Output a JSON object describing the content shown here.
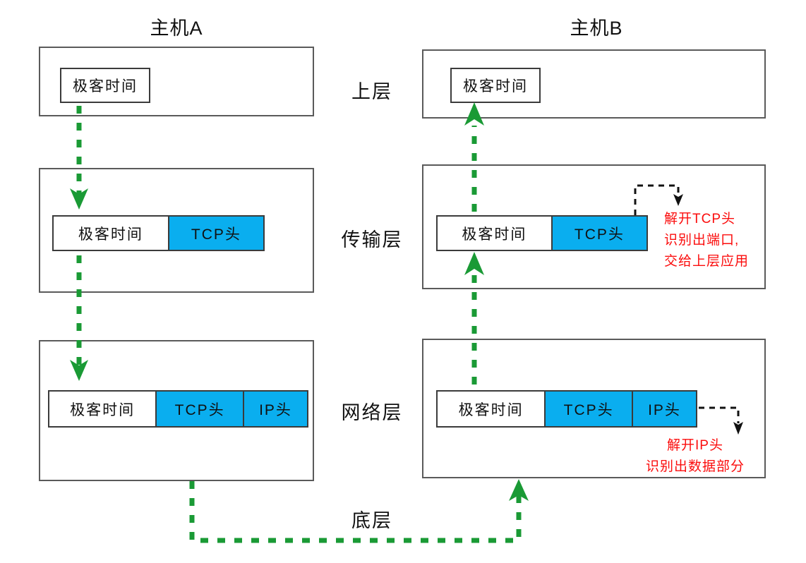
{
  "diagram": {
    "title_host_a": "主机A",
    "title_host_b": "主机B",
    "colors": {
      "header_blue": "#0aaeef",
      "flow_green": "#1a9a35",
      "note_red": "#fb0c0c",
      "frame_gray": "#5a5a5a",
      "packet_border": "#3b3b3b",
      "background": "#ffffff"
    }
  },
  "layer_labels": {
    "upper": "上层",
    "transport": "传输层",
    "network": "网络层",
    "link": "底层"
  },
  "payload_label": "极客时间",
  "headers": {
    "tcp": "TCP头",
    "ip": "IP头"
  },
  "host_a": {
    "name": "主机A",
    "upper": {
      "layer": "上层",
      "cells": [
        "极客时间"
      ]
    },
    "transport": {
      "layer": "传输层",
      "cells": [
        "极客时间",
        "TCP头"
      ]
    },
    "network": {
      "layer": "网络层",
      "cells": [
        "极客时间",
        "TCP头",
        "IP头"
      ]
    }
  },
  "host_b": {
    "name": "主机B",
    "upper": {
      "layer": "上层",
      "cells": [
        "极客时间"
      ]
    },
    "transport": {
      "layer": "传输层",
      "cells": [
        "极客时间",
        "TCP头"
      ]
    },
    "network": {
      "layer": "网络层",
      "cells": [
        "极客时间",
        "TCP头",
        "IP头"
      ]
    }
  },
  "annotations": {
    "transport_note": {
      "line1": "解开TCP头",
      "line2": "识别出端口,",
      "line3": "交给上层应用"
    },
    "network_note": {
      "line1": "解开IP头",
      "line2": "识别出数据部分"
    }
  }
}
